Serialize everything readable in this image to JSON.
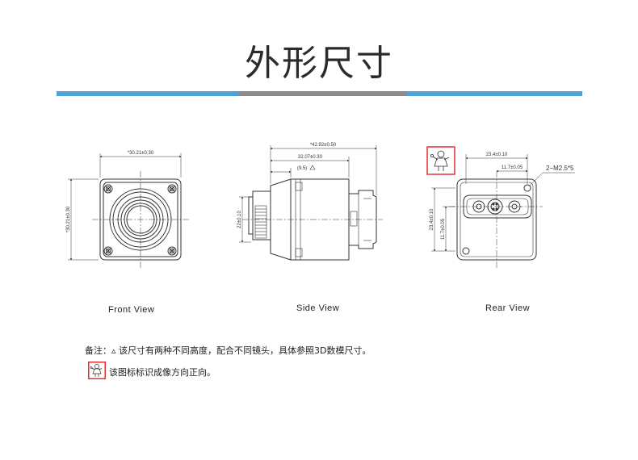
{
  "title": "外形尺寸",
  "colors": {
    "accent_blue": "#4ba3d9",
    "accent_gray": "#8c8c8c",
    "marker_red": "#e23030",
    "line": "#333333"
  },
  "views": {
    "front": {
      "label": "Front  View",
      "dim_width": "*30.21±0.30",
      "dim_height": "*30.21±0.30"
    },
    "side": {
      "label": "Side  View",
      "dim_overall": "*42.92±0.50",
      "dim_body": "32.07±0.30",
      "dim_lens": "(9.5)",
      "dim_height": "22±0.10"
    },
    "rear": {
      "label": "Rear  View",
      "dim_width": "23.4±0.10",
      "dim_offset": "11.7±0.05",
      "dim_holes": "2−M2.5*5",
      "dim_height": "23.4±0.10",
      "dim_voffset": "11.7±0.05"
    }
  },
  "notes": {
    "line1": "备注：▵ 该尺寸有两种不同高度，配合不同镜头，具体参照3D数模尺寸。",
    "line2": "该图标标识成像方向正向。"
  },
  "icons": [
    "orientation-marker-icon",
    "triangle-marker-icon"
  ]
}
